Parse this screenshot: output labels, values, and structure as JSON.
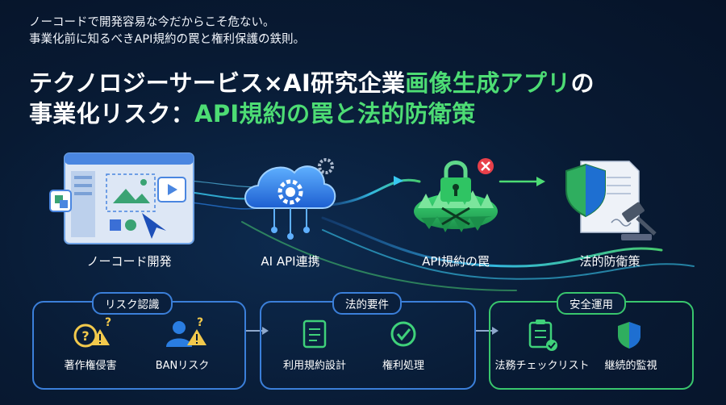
{
  "intro": {
    "line1": "ノーコードで開発容易な今だからこそ危ない。",
    "line2": "事業化前に知るべきAPI規約の罠と権利保護の鉄則。"
  },
  "title": {
    "line1_white": "テクノロジーサービス×AI研究企業",
    "line1_green": "画像生成アプリ",
    "line1_end": "の",
    "line2_white": "事業化リスク：",
    "line2_green": "API規約の罠と法的防衛策"
  },
  "flow": [
    {
      "label": "ノーコード開発",
      "icon": "nocode-editor-icon"
    },
    {
      "label": "AI API連携",
      "icon": "cloud-api-icon"
    },
    {
      "label": "API規約の罠",
      "icon": "trap-lock-icon"
    },
    {
      "label": "法的防衛策",
      "icon": "legal-shield-icon"
    }
  ],
  "groups": [
    {
      "title": "リスク認識",
      "items": [
        {
          "label": "著作権侵害",
          "icon": "copyright-warning-icon"
        },
        {
          "label": "BANリスク",
          "icon": "user-ban-warning-icon"
        }
      ]
    },
    {
      "title": "法的要件",
      "items": [
        {
          "label": "利用規約設計",
          "icon": "document-icon"
        },
        {
          "label": "権利処理",
          "icon": "check-circle-icon"
        }
      ]
    },
    {
      "title": "安全運用",
      "items": [
        {
          "label": "法務チェックリスト",
          "icon": "checklist-icon"
        },
        {
          "label": "継続的監視",
          "icon": "shield-icon"
        }
      ]
    }
  ],
  "colors": {
    "background": "#081a33",
    "accent_green": "#4ddc74",
    "accent_blue": "#3b7fd9",
    "cyan": "#38c8f0",
    "warning_yellow": "#f2c94c",
    "error_red": "#e8404a"
  }
}
